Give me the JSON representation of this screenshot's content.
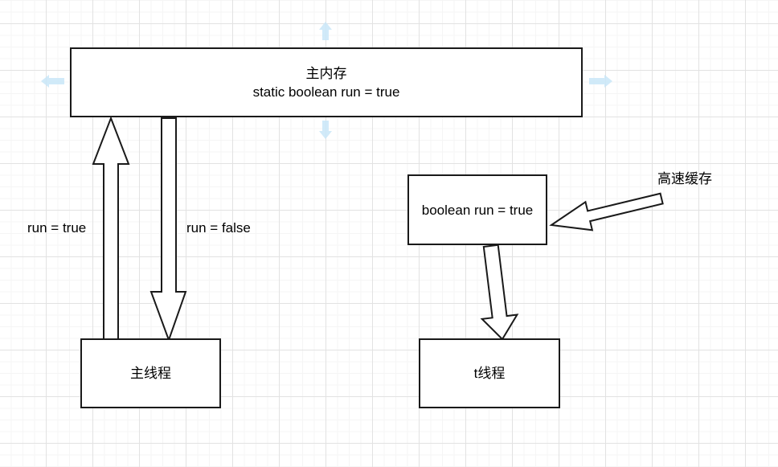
{
  "diagram": {
    "main_memory": {
      "title": "主内存",
      "subtitle": "static boolean run = true"
    },
    "main_thread": {
      "label": "主线程"
    },
    "t_thread": {
      "label": "t线程"
    },
    "cache_box": {
      "label": "boolean run = true"
    },
    "cache_caption": "高速缓存",
    "edge_labels": {
      "write_true": "run = true",
      "write_false": "run = false"
    }
  },
  "colors": {
    "shape_stroke": "#1a1a1a",
    "shape_fill": "#ffffff",
    "pan_arrow": "#c9e6f8",
    "grid_minor": "#f5f5f5",
    "grid_major": "#e2e2e2",
    "background": "#ffffff"
  }
}
